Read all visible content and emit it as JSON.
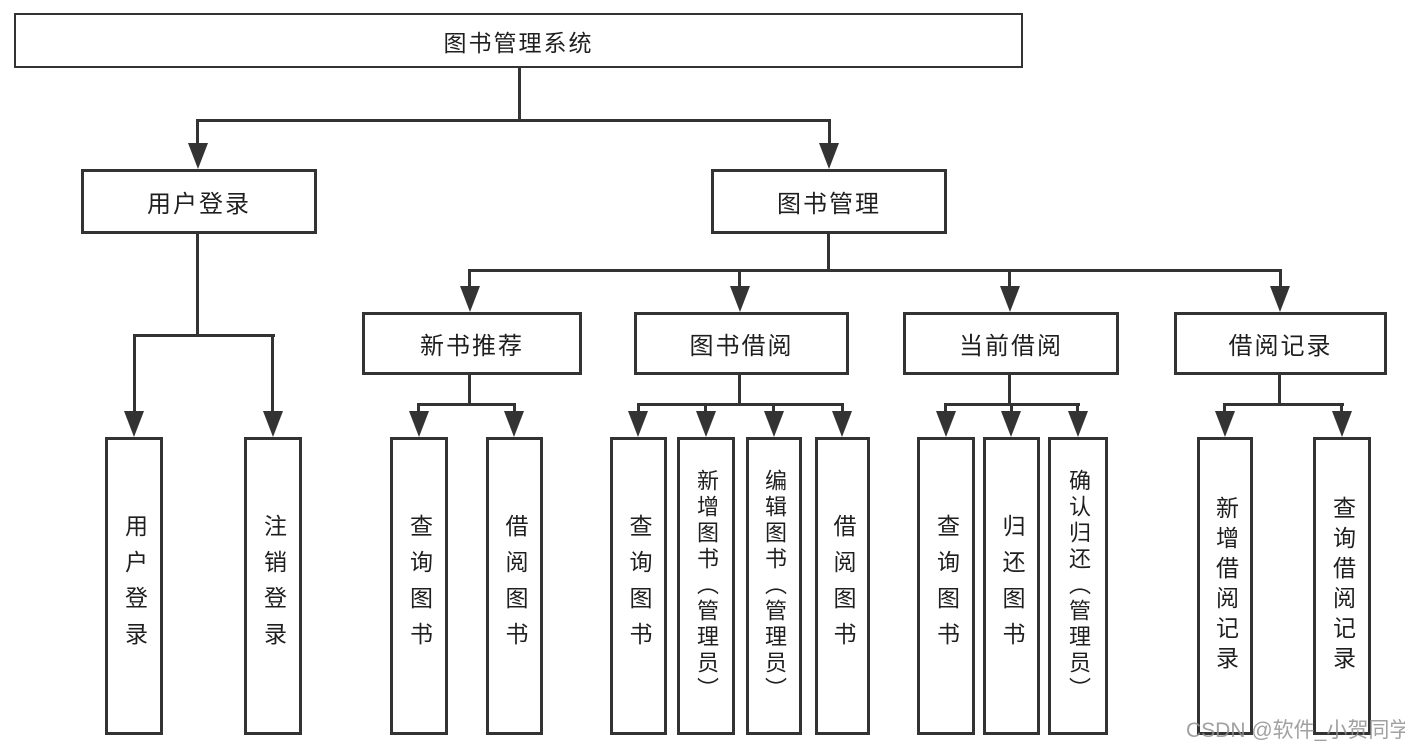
{
  "tree": {
    "root": {
      "label": "图书管理系统"
    },
    "children": [
      {
        "label": "用户登录",
        "children": [
          {
            "label": "用户登录"
          },
          {
            "label": "注销登录"
          }
        ]
      },
      {
        "label": "图书管理",
        "children": [
          {
            "label": "新书推荐",
            "children": [
              {
                "label": "查询图书"
              },
              {
                "label": "借阅图书"
              }
            ]
          },
          {
            "label": "图书借阅",
            "children": [
              {
                "label": "查询图书"
              },
              {
                "label": "新增图书（管理员）"
              },
              {
                "label": "编辑图书（管理员）"
              },
              {
                "label": "借阅图书"
              }
            ]
          },
          {
            "label": "当前借阅",
            "children": [
              {
                "label": "查询图书"
              },
              {
                "label": "归还图书"
              },
              {
                "label": "确认归还（管理员）"
              }
            ]
          },
          {
            "label": "借阅记录",
            "children": [
              {
                "label": "新增借阅记录"
              },
              {
                "label": "查询借阅记录"
              }
            ]
          }
        ]
      }
    ]
  },
  "watermark": {
    "text": "CSDN @软件_小贺同学"
  },
  "colors": {
    "line": "#333333",
    "text": "#1f1f1f",
    "background": "#ffffff",
    "watermark": "#919191"
  }
}
